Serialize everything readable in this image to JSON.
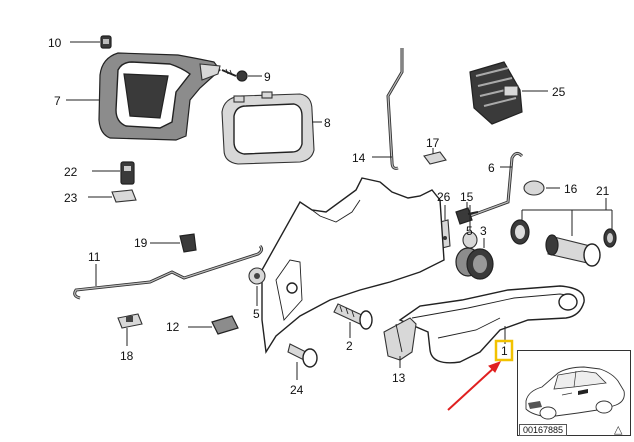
{
  "callouts": {
    "p1": "1",
    "p2": "2",
    "p3": "3",
    "p5": "5",
    "p6": "6",
    "p7": "7",
    "p8": "8",
    "p9": "9",
    "p10": "10",
    "p11": "11",
    "p12": "12",
    "p13": "13",
    "p14": "14",
    "p15": "15",
    "p16": "16",
    "p17": "17",
    "p18": "18",
    "p19": "19",
    "p21": "21",
    "p22": "22",
    "p23": "23",
    "p24": "24",
    "p25": "25",
    "p26": "26"
  },
  "highlighted_callout": "1",
  "highlight_color": "#f2c200",
  "pointer_arrow_color": "#e02020",
  "catalog_number": "00167885",
  "icons": {
    "nav": "up-triangle-icon",
    "inset": "car-thumbnail-icon"
  }
}
